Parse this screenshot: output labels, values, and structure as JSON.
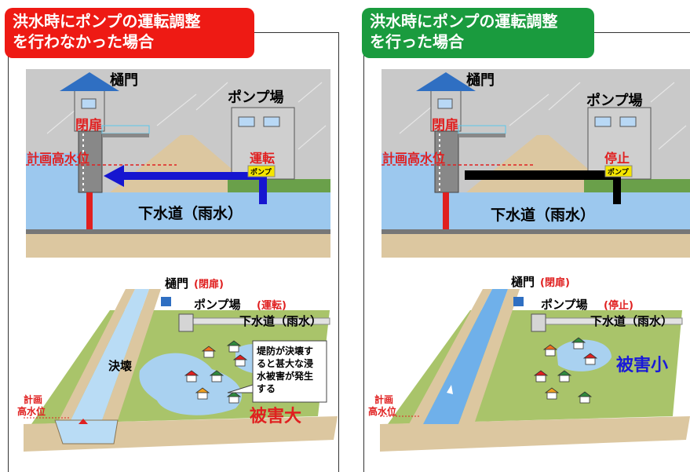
{
  "left": {
    "header_line1": "洪水時にポンプの運転調整",
    "header_line2": "を行わなかった場合",
    "header_color": "#ee1a14",
    "section": {
      "gate": "樋門",
      "closed": "閉扉",
      "pump_station": "ポンプ場",
      "planned_high_water": "計画高水位",
      "pump_status": "運転",
      "pump_tag": "ポンプ",
      "sewer": "下水道（雨水）"
    },
    "birdseye": {
      "gate": "樋門",
      "gate_closed": "(閉扉)",
      "pump_station": "ポンプ場",
      "pump_status": "(運転)",
      "sewer": "下水道（雨水）",
      "breach": "決壊",
      "planned_line1": "計画",
      "planned_line2": "高水位",
      "callout_line1": "堤防が決壊す",
      "callout_line2": "ると甚大な浸",
      "callout_line3": "水被害が発生",
      "callout_line4": "する",
      "damage": "被害大"
    }
  },
  "right": {
    "header_line1": "洪水時にポンプの運転調整",
    "header_line2": "を行った場合",
    "header_color": "#1a9b3e",
    "section": {
      "gate": "樋門",
      "closed": "閉扉",
      "pump_station": "ポンプ場",
      "planned_high_water": "計画高水位",
      "pump_status": "停止",
      "pump_tag": "ポンプ",
      "sewer": "下水道（雨水）"
    },
    "birdseye": {
      "gate": "樋門",
      "gate_closed": "(閉扉)",
      "pump_station": "ポンプ場",
      "pump_status": "(停止)",
      "sewer": "下水道（雨水）",
      "planned_line1": "計画",
      "planned_line2": "高水位",
      "damage": "被害小"
    }
  },
  "colors": {
    "red": "#ee1a14",
    "green": "#1a9b3e",
    "blue_text": "#1a1ad8",
    "flow_arrow": "#1616d0",
    "stopped_pipe": "#000000",
    "pump_tag_bg": "#f5e600",
    "sky": "#c9c9c9",
    "water": "#9cc8ee",
    "ground": "#dcc7a0",
    "grass": "#a9c46a"
  }
}
